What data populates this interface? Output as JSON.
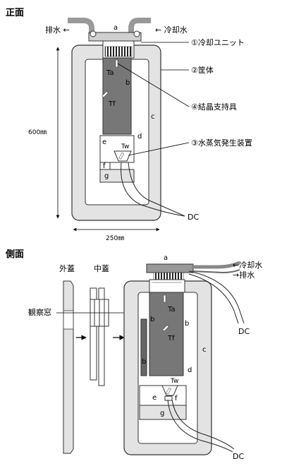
{
  "front": {
    "title": "正面",
    "drain": "排水 ←",
    "coolant": "← 冷却水",
    "a": "a",
    "b": "b",
    "c": "c",
    "d": "d",
    "e": "e",
    "f": "f",
    "g": "g",
    "ta": "Ta",
    "tf": "Tf",
    "tw": "Tw",
    "callouts": [
      "①冷却ユニット",
      "②筐体",
      "④結晶支持具",
      "③水蒸気発生装置"
    ],
    "dc": "DC",
    "height": "600㎜",
    "width": "250㎜"
  },
  "side": {
    "title": "側面",
    "outer_lid": "外蓋",
    "inner_lid": "中蓋",
    "window": "観察窓",
    "coolant": "←冷却水",
    "drain": "→排水",
    "a": "a",
    "b": "b",
    "c": "c",
    "d": "d",
    "e": "e",
    "f": "f",
    "g": "g",
    "ta": "Ta",
    "tf": "Tf",
    "tw": "Tw",
    "dc_top": "DC",
    "dc_bottom": "DC"
  }
}
